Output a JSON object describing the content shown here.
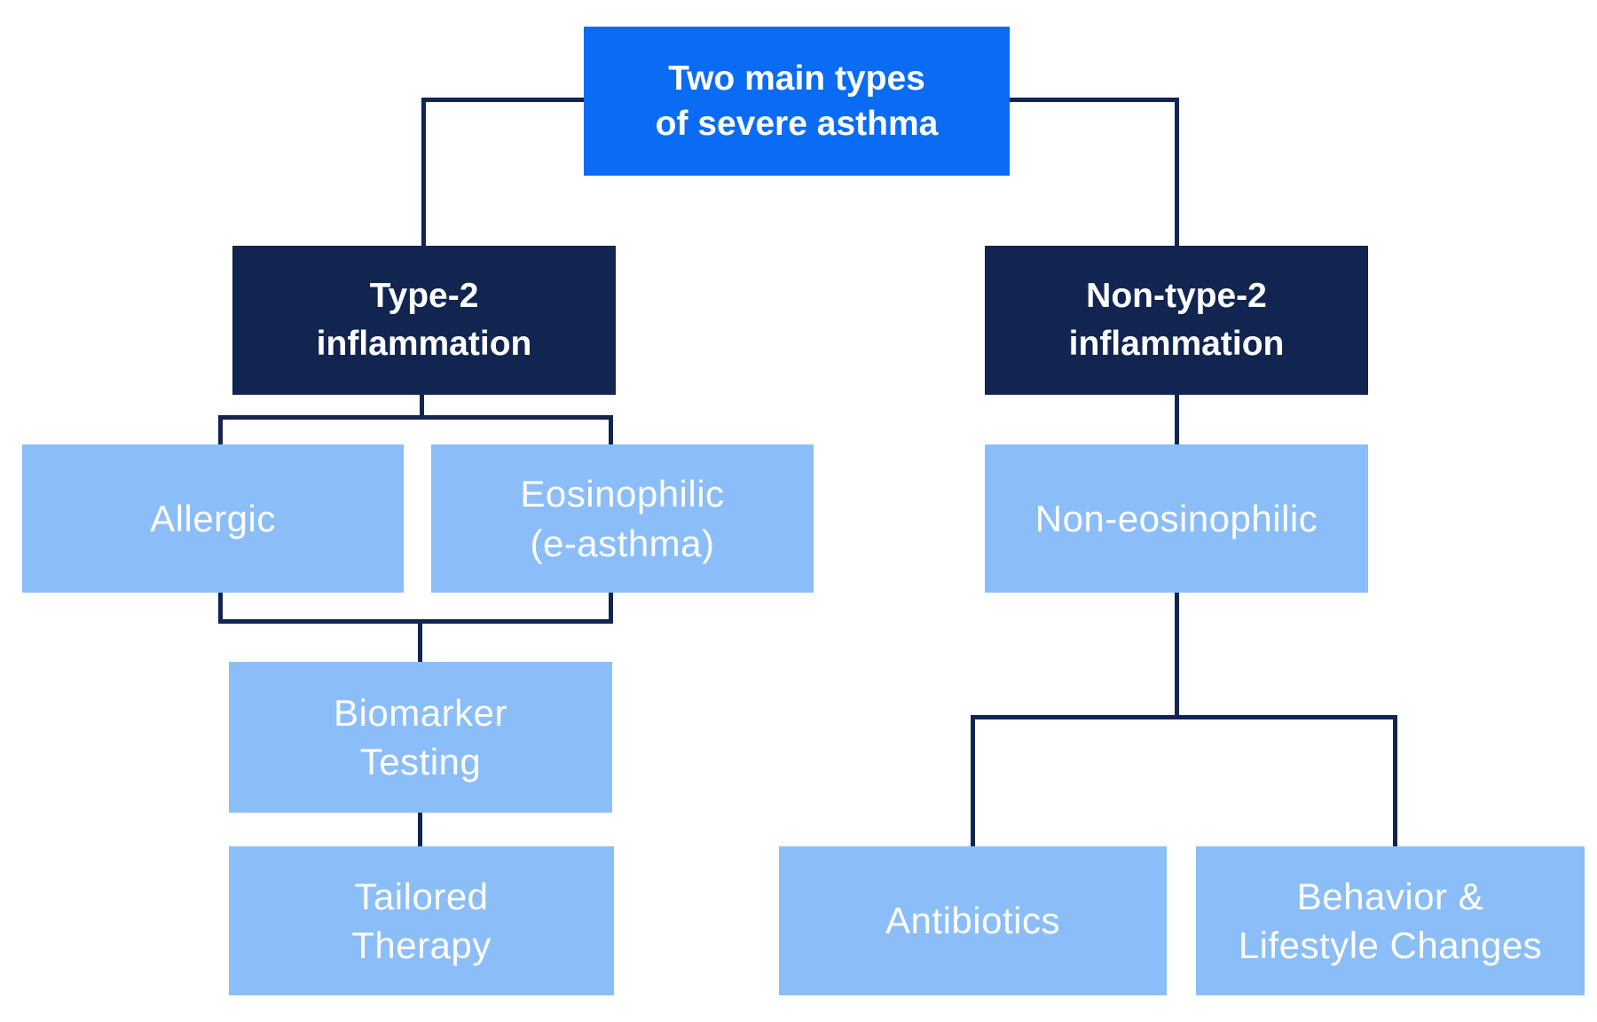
{
  "colors": {
    "background": "#ffffff",
    "bright_blue": "#0a6cf4",
    "dark_navy": "#122550",
    "light_blue": "#8bbef8",
    "connector_line": "#122550",
    "text_white": "#ffffff"
  },
  "nodes": {
    "root": {
      "lines": [
        "Two main types",
        "of severe asthma"
      ]
    },
    "type2": {
      "lines": [
        "Type-2",
        "inflammation"
      ]
    },
    "nontype2": {
      "lines": [
        "Non-type-2",
        "inflammation"
      ]
    },
    "allergic": {
      "lines": [
        "Allergic"
      ]
    },
    "eosinophilic": {
      "lines": [
        "Eosinophilic",
        "(e-asthma)"
      ]
    },
    "noneosinophilic": {
      "lines": [
        "Non-eosinophilic"
      ]
    },
    "biomarker": {
      "lines": [
        "Biomarker",
        "Testing"
      ]
    },
    "tailored": {
      "lines": [
        "Tailored",
        "Therapy"
      ]
    },
    "antibiotics": {
      "lines": [
        "Antibiotics"
      ]
    },
    "behavior": {
      "lines": [
        "Behavior &",
        "Lifestyle Changes"
      ]
    }
  }
}
